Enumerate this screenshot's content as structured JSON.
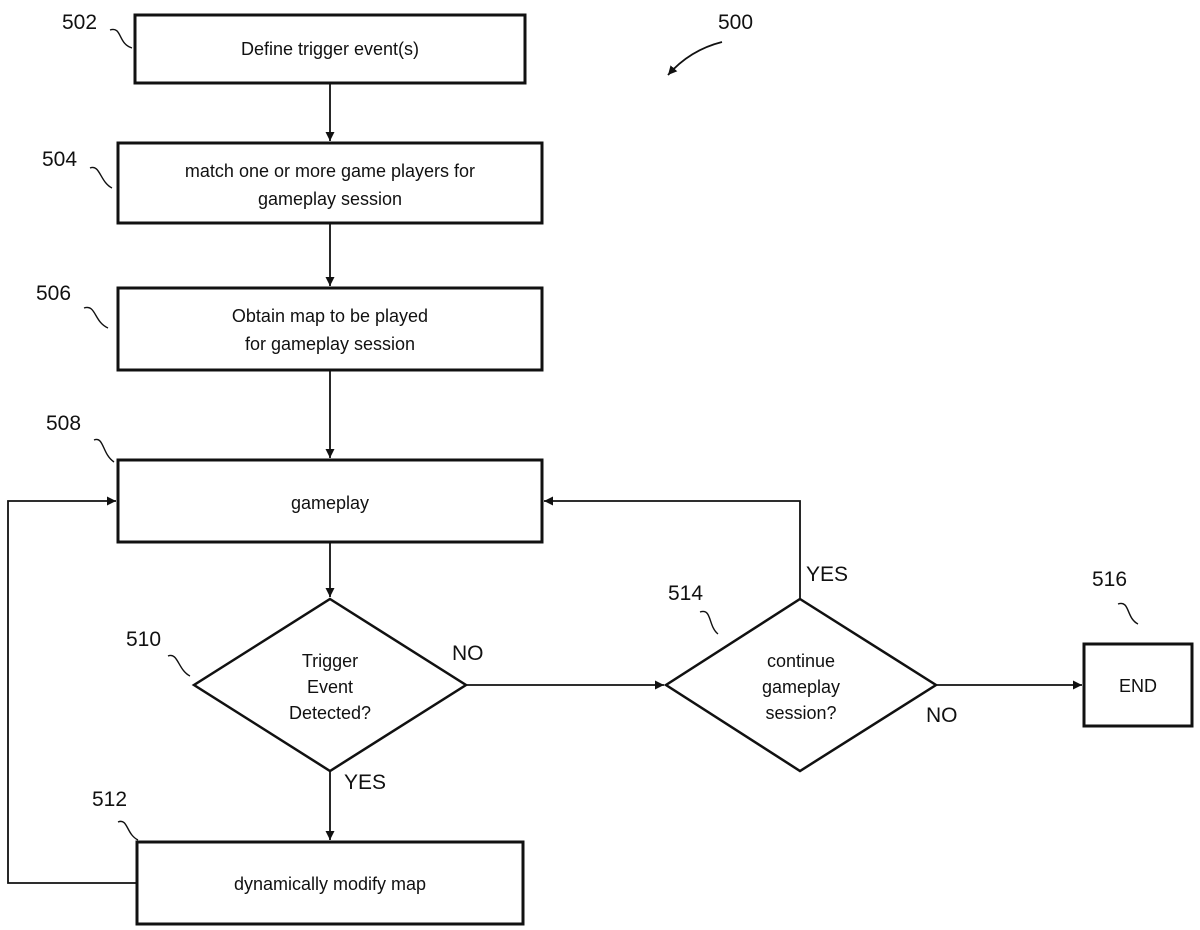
{
  "figure_number": "500",
  "nodes": {
    "n502": {
      "ref": "502",
      "lines": [
        "Define trigger event(s)"
      ]
    },
    "n504": {
      "ref": "504",
      "lines": [
        "match one or more game players for",
        "gameplay session"
      ]
    },
    "n506": {
      "ref": "506",
      "lines": [
        "Obtain map to be played",
        "for gameplay session"
      ]
    },
    "n508": {
      "ref": "508",
      "lines": [
        "gameplay"
      ]
    },
    "n510": {
      "ref": "510",
      "lines": [
        "Trigger",
        "Event",
        "Detected?"
      ]
    },
    "n512": {
      "ref": "512",
      "lines": [
        "dynamically modify map"
      ]
    },
    "n514": {
      "ref": "514",
      "lines": [
        "continue",
        "gameplay",
        "session?"
      ]
    },
    "n516": {
      "ref": "516",
      "lines": [
        "END"
      ]
    }
  },
  "edges": {
    "e510_no": "NO",
    "e510_yes": "YES",
    "e514_yes": "YES",
    "e514_no": "NO"
  },
  "colors": {
    "ink": "#111111",
    "background": "#ffffff"
  }
}
